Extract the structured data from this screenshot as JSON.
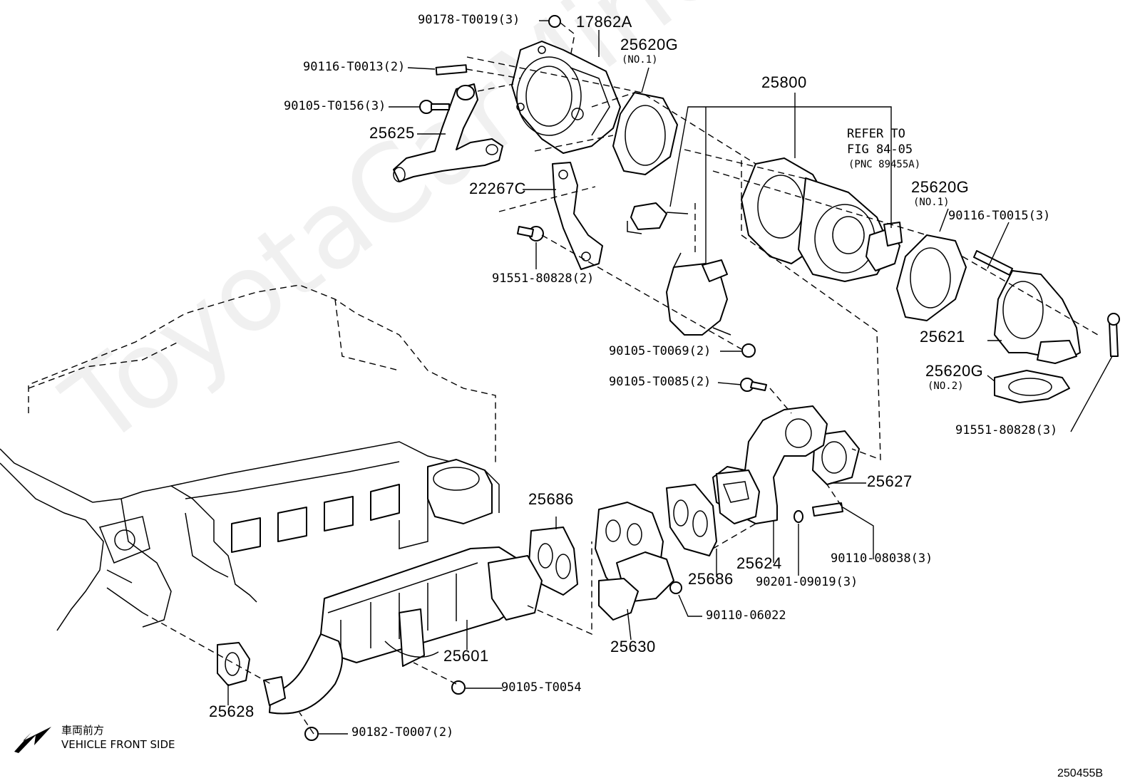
{
  "watermark": "ToyotaCarMine.ru",
  "labels": {
    "p90178": "90178-T0019(3)",
    "p17862a": "17862A",
    "p25620g_top": "25620G",
    "p25620g_top_sub": "(NO.1)",
    "p90116_t0013": "90116-T0013(2)",
    "p90105_t0156": "90105-T0156(3)",
    "p25625": "25625",
    "p22267c": "22267C",
    "p91551_80828_2": "91551-80828(2)",
    "p25800": "25800",
    "refer_line1": "REFER TO",
    "refer_line2": "FIG 84-05",
    "refer_line3": "(PNC 89455A)",
    "p25620g_right": "25620G",
    "p25620g_right_sub": "(NO.1)",
    "p90116_t0015": "90116-T0015(3)",
    "p25621": "25621",
    "p25620g_no2": "25620G",
    "p25620g_no2_sub": "(NO.2)",
    "p91551_80828_3": "91551-80828(3)",
    "p90105_t0069": "90105-T0069(2)",
    "p90105_t0085": "90105-T0085(2)",
    "p25627": "25627",
    "p25686_a": "25686",
    "p25686_b": "25686",
    "p25624": "25624",
    "p90110_08038": "90110-08038(3)",
    "p90201_09019": "90201-09019(3)",
    "p90110_06022": "90110-06022",
    "p25630": "25630",
    "p25601": "25601",
    "p90105_t0054": "90105-T0054",
    "p25628": "25628",
    "p90182_t0007": "90182-T0007(2)",
    "front_jp": "車両前方",
    "front_en": "VEHICLE FRONT SIDE",
    "figure_id": "250455B"
  }
}
